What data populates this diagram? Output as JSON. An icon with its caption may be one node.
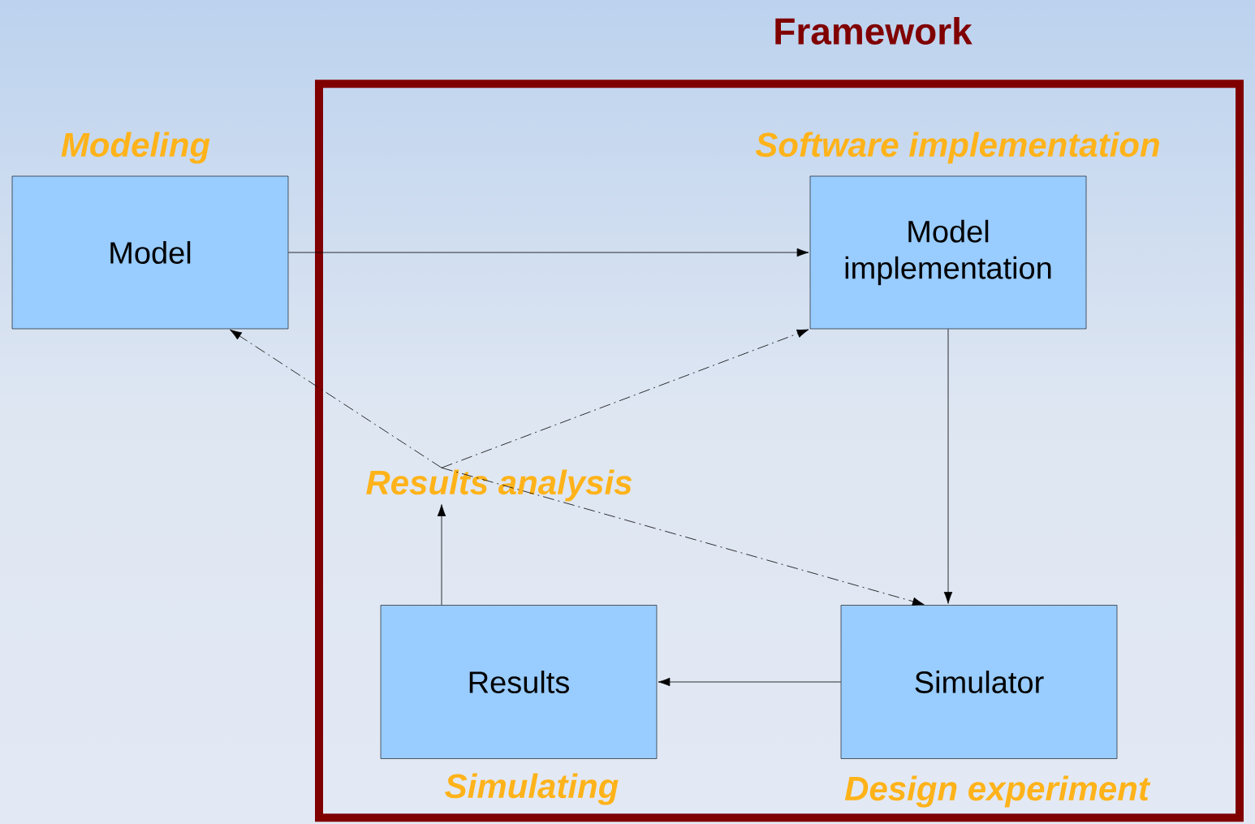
{
  "diagram": {
    "nodes": [
      {
        "text": [
          "Framework"
        ]
      },
      {
        "text": [
          "Model"
        ],
        "beside": [
          "Modeling"
        ]
      },
      {
        "text": [
          "Model implementation"
        ],
        "in": 0,
        "beside": [
          "Software implementation"
        ]
      },
      {
        "text": [
          "Simulator"
        ],
        "in": 0,
        "beside": [
          "Design experiment"
        ]
      },
      {
        "text": [
          "Results"
        ],
        "in": 0,
        "beside": [
          "Simulating"
        ]
      },
      {
        "text": [
          "Results analysis"
        ],
        "in": 0
      }
    ],
    "edges": [
      {
        "from": 1,
        "to": 2,
        "arrow": "to"
      },
      {
        "from": 2,
        "to": 3,
        "arrow": "to"
      },
      {
        "from": 3,
        "to": 4,
        "arrow": "to"
      },
      {
        "from": 4,
        "to": 5,
        "arrow": "to"
      },
      {
        "from": 5,
        "to": 1,
        "arrow": "to",
        "style": "dashed"
      },
      {
        "from": 5,
        "to": 2,
        "arrow": "to",
        "style": "dashed"
      },
      {
        "from": 5,
        "to": 3,
        "arrow": "to",
        "style": "dashed"
      }
    ]
  }
}
